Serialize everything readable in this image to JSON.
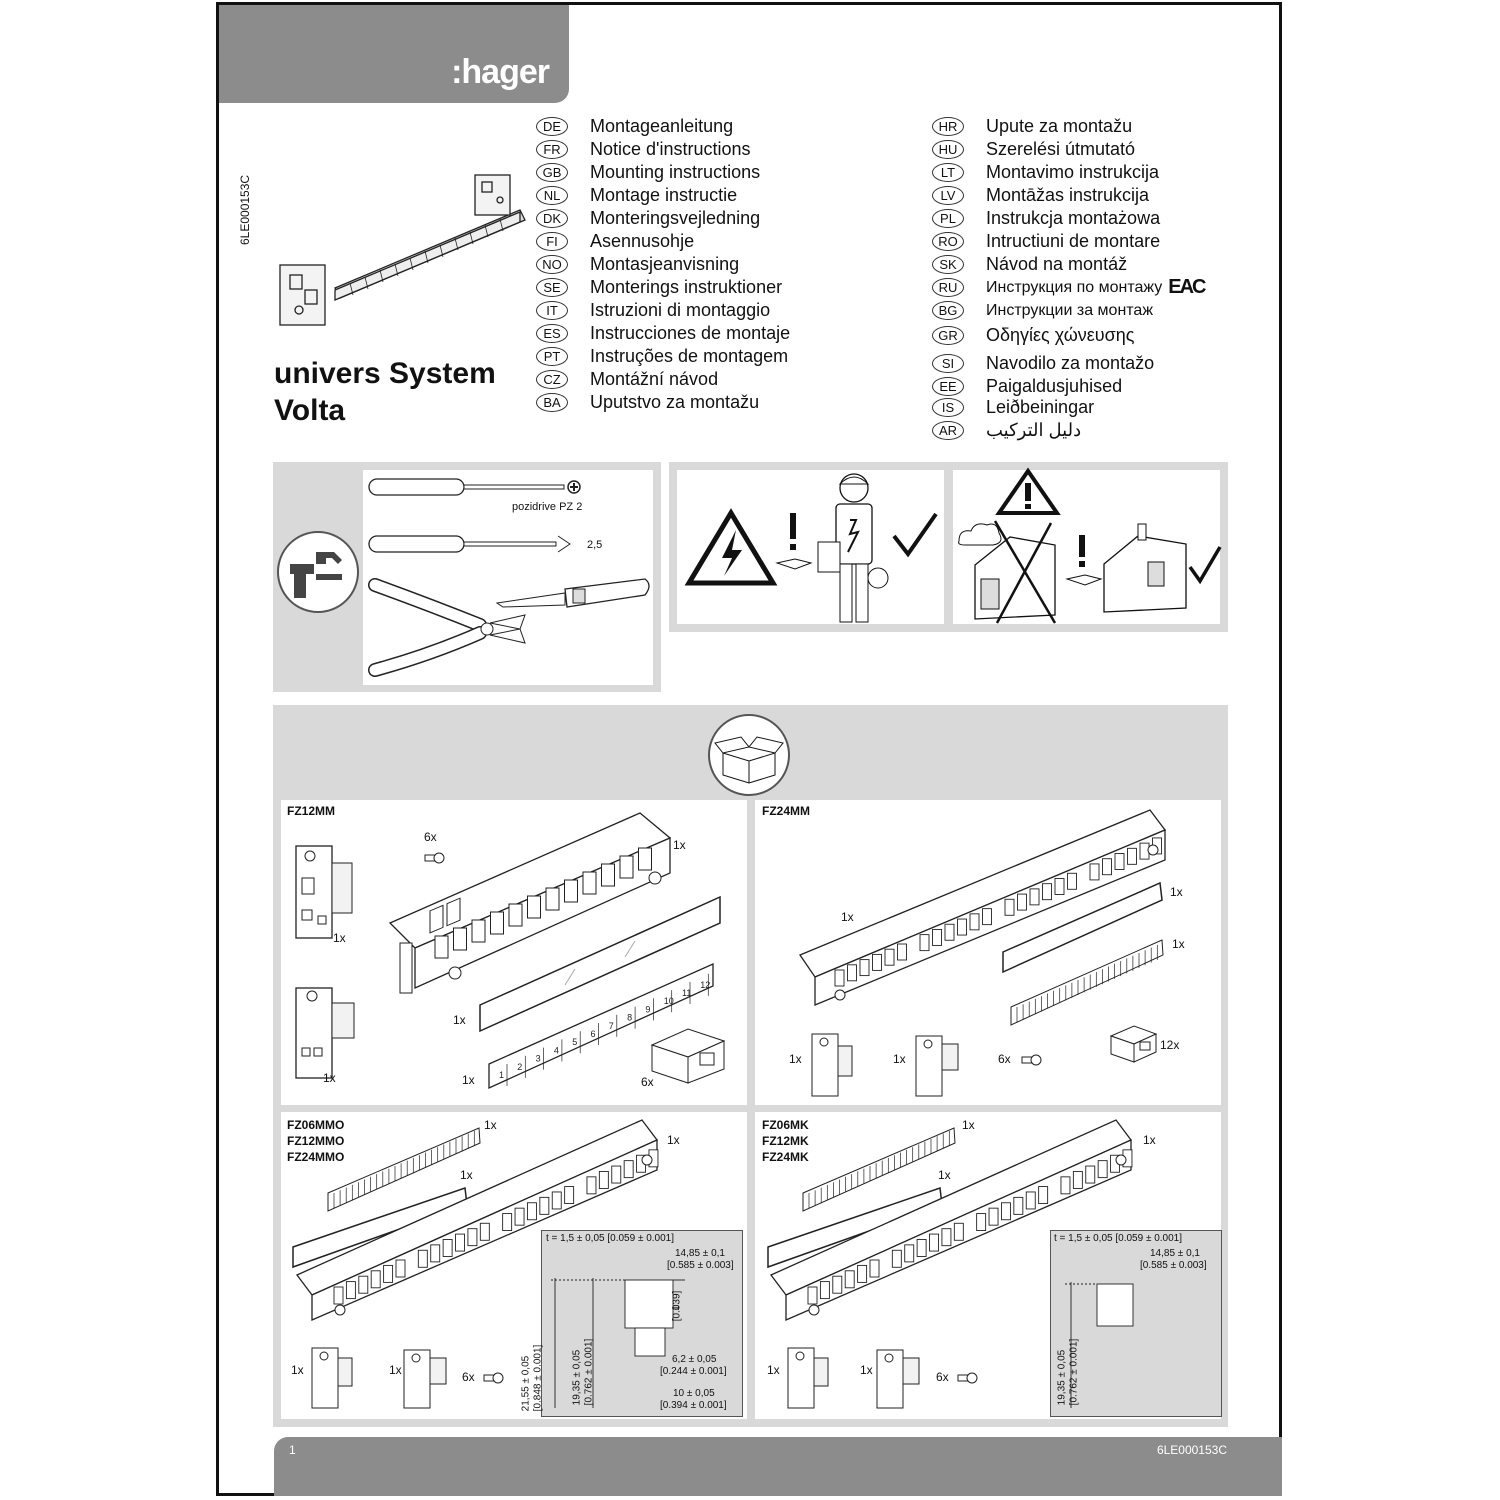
{
  "brand": {
    "logo_text": ":hager"
  },
  "document_code": "6LE000153C",
  "product_title": {
    "line1": "univers System",
    "line2": "Volta"
  },
  "languages_left": [
    {
      "code": "DE",
      "text": "Montageanleitung"
    },
    {
      "code": "FR",
      "text": "Notice d'instructions"
    },
    {
      "code": "GB",
      "text": "Mounting instructions"
    },
    {
      "code": "NL",
      "text": "Montage instructie"
    },
    {
      "code": "DK",
      "text": "Monteringsvejledning"
    },
    {
      "code": "FI",
      "text": "Asennusohje"
    },
    {
      "code": "NO",
      "text": "Montasjeanvisning"
    },
    {
      "code": "SE",
      "text": "Monterings instruktioner"
    },
    {
      "code": "IT",
      "text": "Istruzioni di montaggio"
    },
    {
      "code": "ES",
      "text": "Instrucciones de montaje"
    },
    {
      "code": "PT",
      "text": "Instruções de montagem"
    },
    {
      "code": "CZ",
      "text": "Montážní návod"
    },
    {
      "code": "BA",
      "text": "Uputstvo za montažu"
    }
  ],
  "languages_right": [
    {
      "code": "HR",
      "text": "Upute za montažu"
    },
    {
      "code": "HU",
      "text": "Szerelési útmutató"
    },
    {
      "code": "LT",
      "text": "Montavimo instrukcija"
    },
    {
      "code": "LV",
      "text": "Montāžas instrukcija"
    },
    {
      "code": "PL",
      "text": "Instrukcja montażowa"
    },
    {
      "code": "RO",
      "text": "Intructiuni de montare"
    },
    {
      "code": "SK",
      "text": "Návod na montáž"
    },
    {
      "code": "RU",
      "text": "Инструкция по монтажу"
    },
    {
      "code": "BG",
      "text": "Инструкции за монтаж"
    },
    {
      "code": "GR",
      "text": "Οδηγίες χώνευσης"
    },
    {
      "code": "SI",
      "text": "Navodilo za montažo"
    },
    {
      "code": "EE",
      "text": "Paigaldusjuhised"
    },
    {
      "code": "IS",
      "text": "Leiðbeiningar"
    },
    {
      "code": "AR",
      "text": "دليل التركيب"
    }
  ],
  "eac_mark": "EAC",
  "tools": {
    "pozidrive_label": "pozidrive PZ 2",
    "slot_width_label": "2,5"
  },
  "sections": {
    "fz12mm": {
      "label": "FZ12MM",
      "screw_qty": "6x",
      "frame_qty": "1x",
      "bracket1_qty": "1x",
      "bracket2_qty": "1x",
      "window_qty": "1x",
      "label_strip_qty": "1x",
      "coupler_qty": "6x",
      "label_numbers": [
        "1",
        "2",
        "3",
        "4",
        "5",
        "6",
        "7",
        "8",
        "9",
        "10",
        "11",
        "12"
      ]
    },
    "fz24mm": {
      "label": "FZ24MM",
      "frame_qty": "1x",
      "window_qty": "1x",
      "label_strip_qty": "1x",
      "bracket1_qty": "1x",
      "bracket2_qty": "1x",
      "screw_qty": "6x",
      "coupler_qty": "12x"
    },
    "fzmmo": {
      "labels": [
        "FZ06MMO",
        "FZ12MMO",
        "FZ24MMO"
      ],
      "strip_qty": "1x",
      "frame_qty": "1x",
      "window_qty": "1x",
      "bracket1_qty": "1x",
      "bracket2_qty": "1x",
      "screw_qty": "6x",
      "dims": {
        "t": "t = 1,5 ± 0,05 [0.059 ± 0.001]",
        "w1": "14,85 ± 0,1",
        "w1_in": "[0.585 ± 0.003]",
        "h1": "1",
        "h1_in": "[0.039]",
        "w2": "6,2 ± 0,05",
        "w2_in": "[0.244 ± 0.001]",
        "w3": "10 ± 0,05",
        "w3_in": "[0.394 ± 0.001]",
        "v1": "21,55 ± 0,05",
        "v1_in": "[0.848 ± 0.001]",
        "v2": "19,35 ± 0,05",
        "v2_in": "[0.762 ± 0.001]"
      }
    },
    "fzmk": {
      "labels": [
        "FZ06MK",
        "FZ12MK",
        "FZ24MK"
      ],
      "strip_qty": "1x",
      "frame_qty": "1x",
      "window_qty": "1x",
      "bracket1_qty": "1x",
      "bracket2_qty": "1x",
      "screw_qty": "6x",
      "dims": {
        "t": "t = 1,5 ± 0,05 [0.059 ± 0.001]",
        "w1": "14,85 ± 0,1",
        "w1_in": "[0.585 ± 0.003]",
        "v2": "19,35 ± 0,05",
        "v2_in": "[0.762 ± 0.001]"
      }
    }
  },
  "footer": {
    "page": "1",
    "code": "6LE000153C"
  }
}
